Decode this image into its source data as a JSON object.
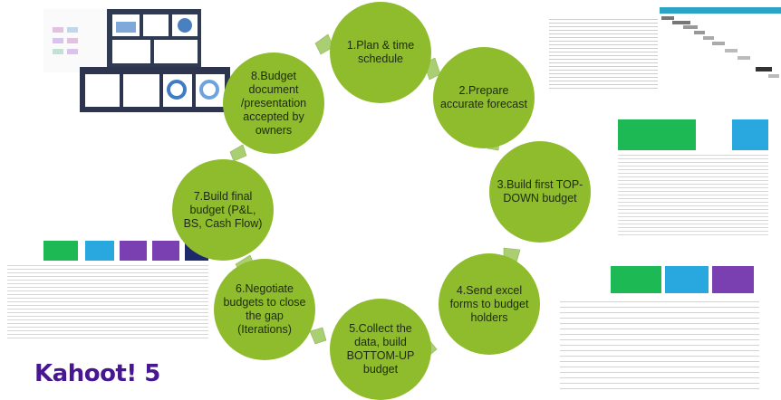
{
  "steps": [
    {
      "label": "1.Plan & time schedule"
    },
    {
      "label": "2.Prepare accurate forecast"
    },
    {
      "label": "3.Build first TOP-DOWN budget"
    },
    {
      "label": "4.Send excel forms to budget holders"
    },
    {
      "label": "5.Collect the data, build BOTTOM-UP budget"
    },
    {
      "label": "6.Negotiate budgets to close the gap (Iterations)"
    },
    {
      "label": "7.Build final budget (P&L, BS, Cash Flow)"
    },
    {
      "label": "8.Budget document /presentation accepted by owners"
    }
  ],
  "brand": {
    "text": "Kahoot! 5"
  },
  "colors": {
    "circle": "#8fbc2c",
    "arrow": "#a9cf72",
    "kahoot": "#46178f"
  }
}
